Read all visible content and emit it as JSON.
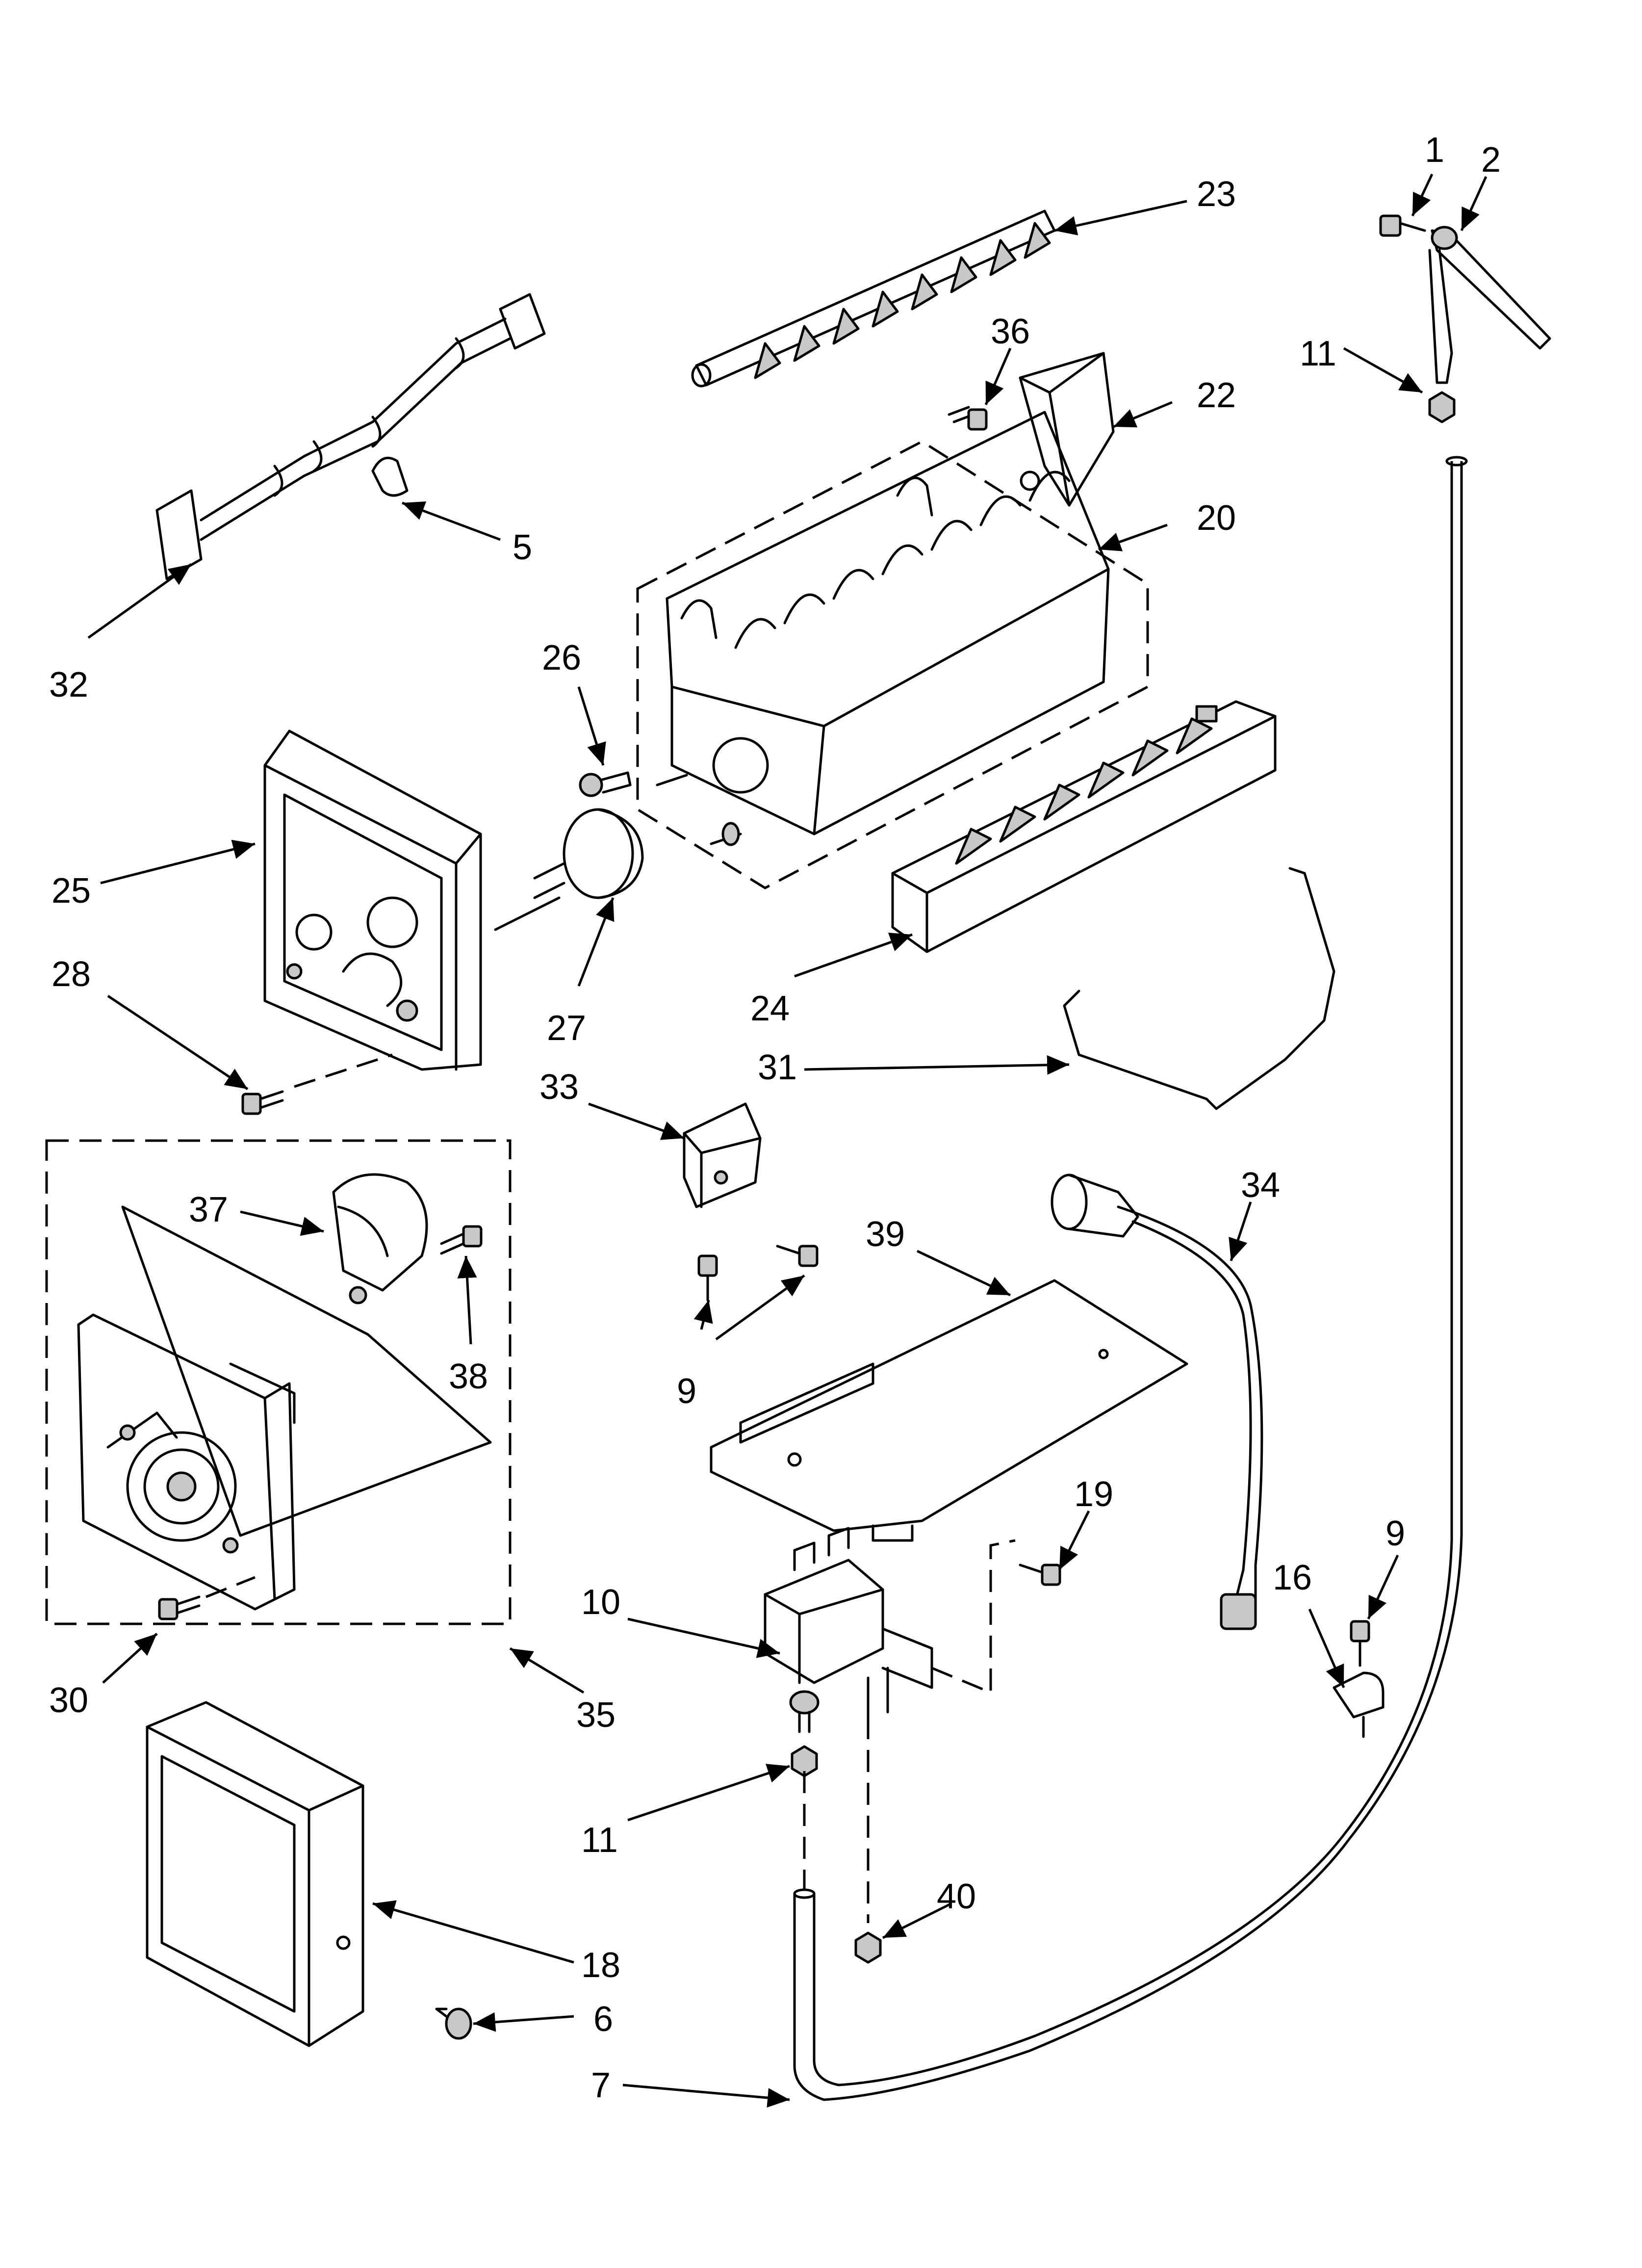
{
  "diagram": {
    "type": "exploded parts diagram",
    "callouts": {
      "p1": "1",
      "p2": "2",
      "p5": "5",
      "p6": "6",
      "p7": "7",
      "p9a": "9",
      "p9b": "9",
      "p10": "10",
      "p11a": "11",
      "p11b": "11",
      "p16": "16",
      "p18": "18",
      "p19": "19",
      "p20": "20",
      "p22": "22",
      "p23": "23",
      "p24": "24",
      "p25": "25",
      "p26": "26",
      "p27": "27",
      "p28": "28",
      "p30": "30",
      "p31": "31",
      "p32": "32",
      "p33": "33",
      "p34": "34",
      "p35": "35",
      "p36": "36",
      "p37": "37",
      "p38": "38",
      "p39": "39",
      "p40": "40"
    }
  }
}
